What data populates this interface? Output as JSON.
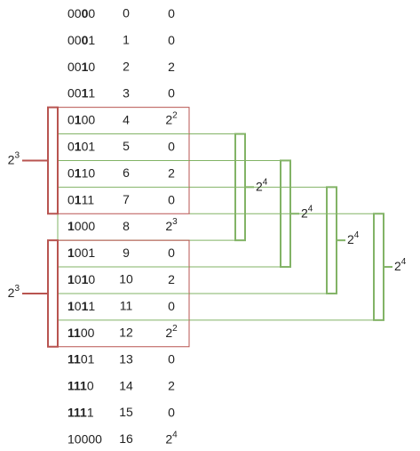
{
  "rows": [
    {
      "bits": [
        "00",
        "0",
        "0"
      ],
      "bold": [
        false,
        true,
        false
      ],
      "n": "0",
      "v": "0",
      "vsup": ""
    },
    {
      "bits": [
        "00",
        "0",
        "1"
      ],
      "bold": [
        false,
        true,
        false
      ],
      "n": "1",
      "v": "0",
      "vsup": ""
    },
    {
      "bits": [
        "00",
        "1",
        "0"
      ],
      "bold": [
        false,
        true,
        false
      ],
      "n": "2",
      "v": "2",
      "vsup": ""
    },
    {
      "bits": [
        "00",
        "1",
        "1"
      ],
      "bold": [
        false,
        true,
        false
      ],
      "n": "3",
      "v": "0",
      "vsup": ""
    },
    {
      "bits": [
        "0",
        "1",
        "00"
      ],
      "bold": [
        false,
        true,
        false
      ],
      "n": "4",
      "v": "2",
      "vsup": "2"
    },
    {
      "bits": [
        "0",
        "1",
        "01"
      ],
      "bold": [
        false,
        true,
        false
      ],
      "n": "5",
      "v": "0",
      "vsup": ""
    },
    {
      "bits": [
        "0",
        "1",
        "10"
      ],
      "bold": [
        false,
        true,
        false
      ],
      "n": "6",
      "v": "2",
      "vsup": ""
    },
    {
      "bits": [
        "0",
        "1",
        "11"
      ],
      "bold": [
        false,
        true,
        false
      ],
      "n": "7",
      "v": "0",
      "vsup": ""
    },
    {
      "bits": [
        "1",
        "000",
        ""
      ],
      "bold": [
        true,
        false,
        false
      ],
      "n": "8",
      "v": "2",
      "vsup": "3"
    },
    {
      "bits": [
        "1",
        "001",
        ""
      ],
      "bold": [
        true,
        false,
        false
      ],
      "n": "9",
      "v": "0",
      "vsup": ""
    },
    {
      "bits": [
        "1",
        "0",
        "1",
        "0"
      ],
      "bold": [
        true,
        false,
        true,
        false
      ],
      "n": "10",
      "v": "2",
      "vsup": ""
    },
    {
      "bits": [
        "1",
        "0",
        "1",
        "1"
      ],
      "bold": [
        true,
        false,
        true,
        false
      ],
      "n": "11",
      "v": "0",
      "vsup": ""
    },
    {
      "bits": [
        "11",
        "00",
        ""
      ],
      "bold": [
        true,
        false,
        false
      ],
      "n": "12",
      "v": "2",
      "vsup": "2"
    },
    {
      "bits": [
        "11",
        "01",
        ""
      ],
      "bold": [
        true,
        false,
        false
      ],
      "n": "13",
      "v": "0",
      "vsup": ""
    },
    {
      "bits": [
        "111",
        "0",
        ""
      ],
      "bold": [
        true,
        false,
        false
      ],
      "n": "14",
      "v": "2",
      "vsup": ""
    },
    {
      "bits": [
        "111",
        "1",
        ""
      ],
      "bold": [
        true,
        false,
        false
      ],
      "n": "15",
      "v": "0",
      "vsup": ""
    },
    {
      "bits": [
        "10000",
        "",
        ""
      ],
      "bold": [
        false,
        false,
        false
      ],
      "n": "16",
      "v": "2",
      "vsup": "4"
    }
  ],
  "red_groups": [
    {
      "rows": [
        4,
        7
      ],
      "label_base": "2",
      "label_exp": "3"
    },
    {
      "rows": [
        9,
        12
      ],
      "label_base": "2",
      "label_exp": "3"
    }
  ],
  "green_groups": [
    {
      "rows": [
        5,
        8
      ],
      "label_base": "2",
      "label_exp": "4"
    },
    {
      "rows": [
        6,
        9
      ],
      "label_base": "2",
      "label_exp": "4"
    },
    {
      "rows": [
        7,
        10
      ],
      "label_base": "2",
      "label_exp": "4"
    },
    {
      "rows": [
        8,
        11
      ],
      "label_base": "2",
      "label_exp": "4"
    }
  ],
  "colors": {
    "red": "#b85450",
    "green": "#82b366",
    "text": "#222222"
  }
}
